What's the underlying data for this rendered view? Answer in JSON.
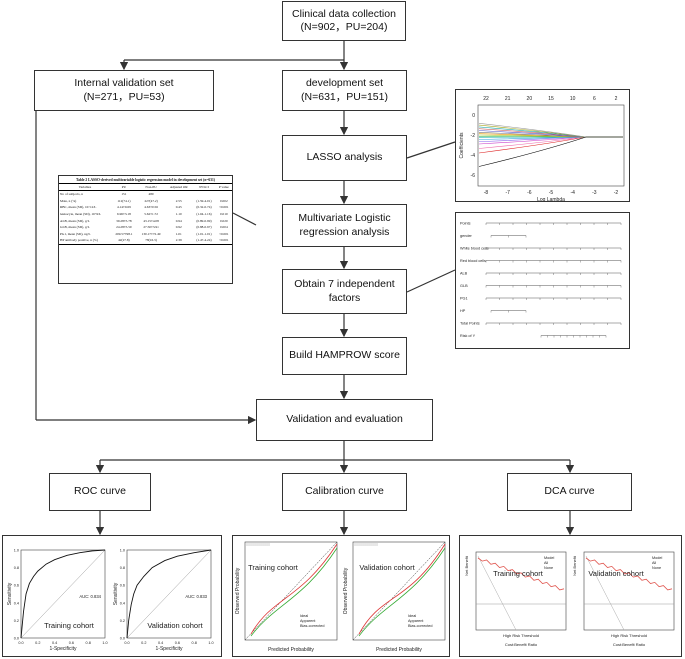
{
  "flow": {
    "collection": {
      "line1": "Clinical data collection",
      "line2": "(N=902，PU=204)"
    },
    "internal": {
      "line1": "Internal validation set",
      "line2": "(N=271，PU=53)"
    },
    "development": {
      "line1": "development set",
      "line2": "(N=631，PU=151)"
    },
    "lasso": "LASSO analysis",
    "multivariate": {
      "line1": "Multivariate Logistic",
      "line2": "regression analysis"
    },
    "obtain": {
      "line1": "Obtain 7 independent",
      "line2": "factors"
    },
    "build": "Build HAMPROW score",
    "validation": "Validation and evaluation",
    "roc": "ROC curve",
    "calibration": "Calibration curve",
    "dca": "DCA curve"
  },
  "table": {
    "caption": "Table 2 LASSO-derived multivariable logistic regression model in development set (n=631)",
    "headers": [
      "Variables",
      "PU",
      "Non-PU",
      "Adjusted OR",
      "95%CI",
      "P value"
    ],
    "rows": [
      [
        "No of subjects, n",
        "151",
        "480",
        "",
        "",
        ""
      ],
      [
        "Male, n (%)",
        "112(74.1)",
        "227(47.2)",
        "2.55",
        "(1.59-4.01)",
        "0.002"
      ],
      [
        "RBC, mean (SD), 10^12/L",
        "4.14±0.69",
        "4.63±0.56",
        "0.45",
        "(0.32-0.74)",
        "<0.001"
      ],
      [
        "leukocyte, mean (SD), 10^9/L",
        "6.96±3.18",
        "5.62±1.72",
        "1.10",
        "(1.04-1.16)",
        "0.010"
      ],
      [
        "ALB, mean (SD), g/L",
        "39.28±5.78",
        "43.15±4.08",
        "0.94",
        "(0.89-0.99)",
        "0.020"
      ],
      [
        "GLB, mean (SD), g/L",
        "24.28±5.50",
        "27.50±3.91",
        "0.92",
        "(0.88-0.97)",
        "0.004"
      ],
      [
        "PG1, mean (SD), ng/L",
        "209.57±98.1",
        "130.17±72.49",
        "1.01",
        "(1.01-1.01)",
        "<0.001"
      ],
      [
        "HP antibody positive, n (%)",
        "42(27.8)",
        "78(16.3)",
        "2.39",
        "(1.47-4.24)",
        "<0.001"
      ]
    ]
  },
  "lasso_plot": {
    "top_ticks": [
      "22",
      "21",
      "20",
      "15",
      "10",
      "6",
      "2"
    ],
    "x_ticks": [
      "-8",
      "-7",
      "-6",
      "-5",
      "-4",
      "-3",
      "-2"
    ],
    "y_ticks": [
      "0",
      "-2",
      "-4",
      "-6"
    ],
    "xlabel": "Log Lambda",
    "ylabel": "Coefficients"
  },
  "nomogram": {
    "rows": [
      "Points",
      "gender",
      "White blood cells",
      "Red blood cells",
      "ALB",
      "GLB",
      "PG1",
      "HP",
      "Total Points",
      "Risk of Y"
    ]
  },
  "roc": {
    "left": {
      "auc": "AUC: 0.834",
      "cohort": "Training cohort"
    },
    "right": {
      "auc": "AUC: 0.833",
      "cohort": "Validation cohort"
    },
    "ylabel": "Sensitivity",
    "xlabel": "1-Specificity",
    "ticks": [
      "0.0",
      "0.2",
      "0.4",
      "0.6",
      "0.8",
      "1.0"
    ]
  },
  "calib": {
    "left": {
      "cohort": "Training cohort"
    },
    "right": {
      "cohort": "Validation cohort"
    },
    "ylabel": "Observed Probability",
    "xlabel": "Predicted Probability",
    "legend": [
      "Ideal",
      "Apparent",
      "Bias-corrected"
    ]
  },
  "dca": {
    "left": {
      "cohort": "Training cohort"
    },
    "right": {
      "cohort": "Validation cohort"
    },
    "ylabel": "Net Benefit",
    "xlabel": "High Risk Threshold",
    "xlabel2": "Cost:Benefit Ratio",
    "legend": [
      "Model",
      "All",
      "None"
    ]
  },
  "colors": {
    "line": "#333333",
    "roc": "#111111",
    "dca_model": "#e0564f"
  }
}
